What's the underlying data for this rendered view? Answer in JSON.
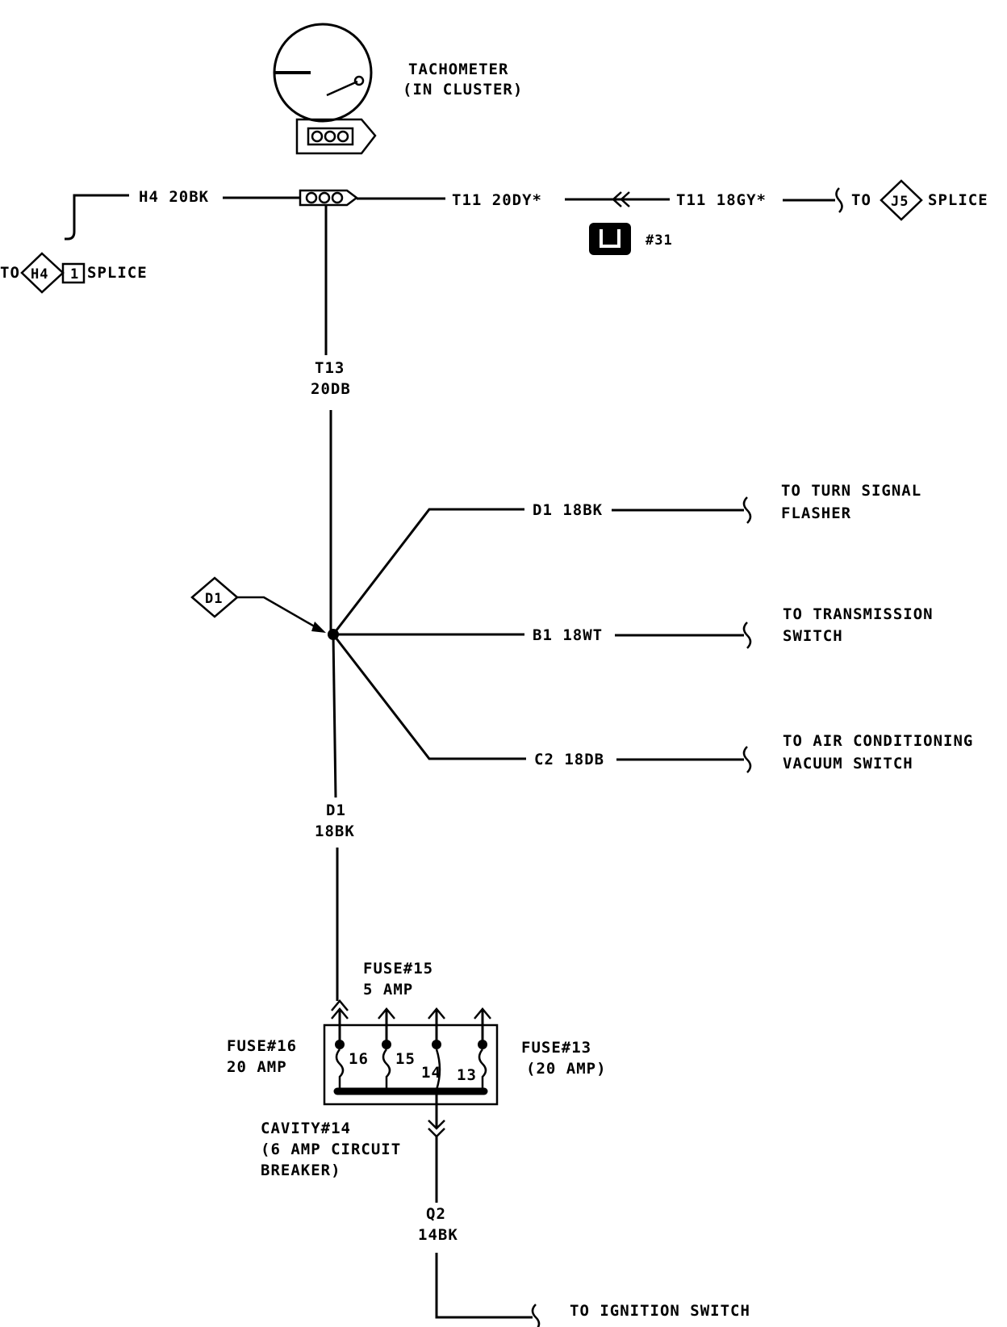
{
  "tachometer": {
    "title": "TACHOMETER",
    "subtitle": "(IN CLUSTER)"
  },
  "wires": {
    "h4": "H4 20BK",
    "t11_left": "T11 20DY*",
    "t11_right": "T11 18GY*",
    "t13_code": "T13",
    "t13_gauge": "20DB",
    "d1_upper": "D1 18BK",
    "b1": "B1 18WT",
    "c2": "C2 18DB",
    "d1_code": "D1",
    "d1_gauge": "18BK",
    "q2_code": "Q2",
    "q2_gauge": "14BK"
  },
  "connectors": {
    "to_left": "TO",
    "h4_tag": "H4",
    "h4_sub": "1",
    "h4_splice": "SPLICE",
    "to_right": "TO",
    "j5_tag": "J5",
    "j5_splice": "SPLICE",
    "d1_tag": "D1",
    "ground_ref": "#31"
  },
  "destinations": {
    "turn_signal_1": "TO TURN SIGNAL",
    "turn_signal_2": "FLASHER",
    "transmission_1": "TO TRANSMISSION",
    "transmission_2": "SWITCH",
    "ac_1": "TO AIR CONDITIONING",
    "ac_2": "VACUUM SWITCH",
    "ignition": "TO IGNITION SWITCH"
  },
  "fuse_block": {
    "fuse15_1": "FUSE#15",
    "fuse15_2": "5 AMP",
    "fuse16_1": "FUSE#16",
    "fuse16_2": "20 AMP",
    "fuse13_1": "FUSE#13",
    "fuse13_2": "(20 AMP)",
    "cavity_1": "CAVITY#14",
    "cavity_2": "(6 AMP CIRCUIT",
    "cavity_3": "BREAKER)",
    "n16": "16",
    "n15": "15",
    "n14": "14",
    "n13": "13"
  }
}
